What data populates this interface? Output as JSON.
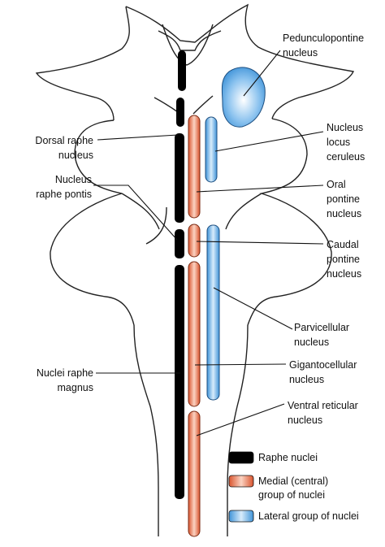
{
  "labels": {
    "pedunculopontine": "Pedunculopontine\nnucleus",
    "dorsal_raphe": "Dorsal raphe\nnucleus",
    "locus_ceruleus": "Nucleus\nlocus\nceruleus",
    "raphe_pontis": "Nucleus\nraphe pontis",
    "oral_pontine": "Oral\npontine\nnucleus",
    "caudal_pontine": "Caudal\npontine\nnucleus",
    "parvicellular": "Parvicellular\nnucleus",
    "raphe_magnus": "Nuclei raphe\nmagnus",
    "gigantocellular": "Gigantocellular\nnucleus",
    "ventral_reticular": "Ventral reticular\nnucleus"
  },
  "legend": {
    "raphe": "Raphe nuclei",
    "medial": "Medial (central)\ngroup of nuclei",
    "lateral": "Lateral group of nuclei"
  },
  "colors": {
    "raphe": "#000000",
    "medial": "#e8714f",
    "lateral": "#5aa8e6",
    "outline": "#222222"
  }
}
